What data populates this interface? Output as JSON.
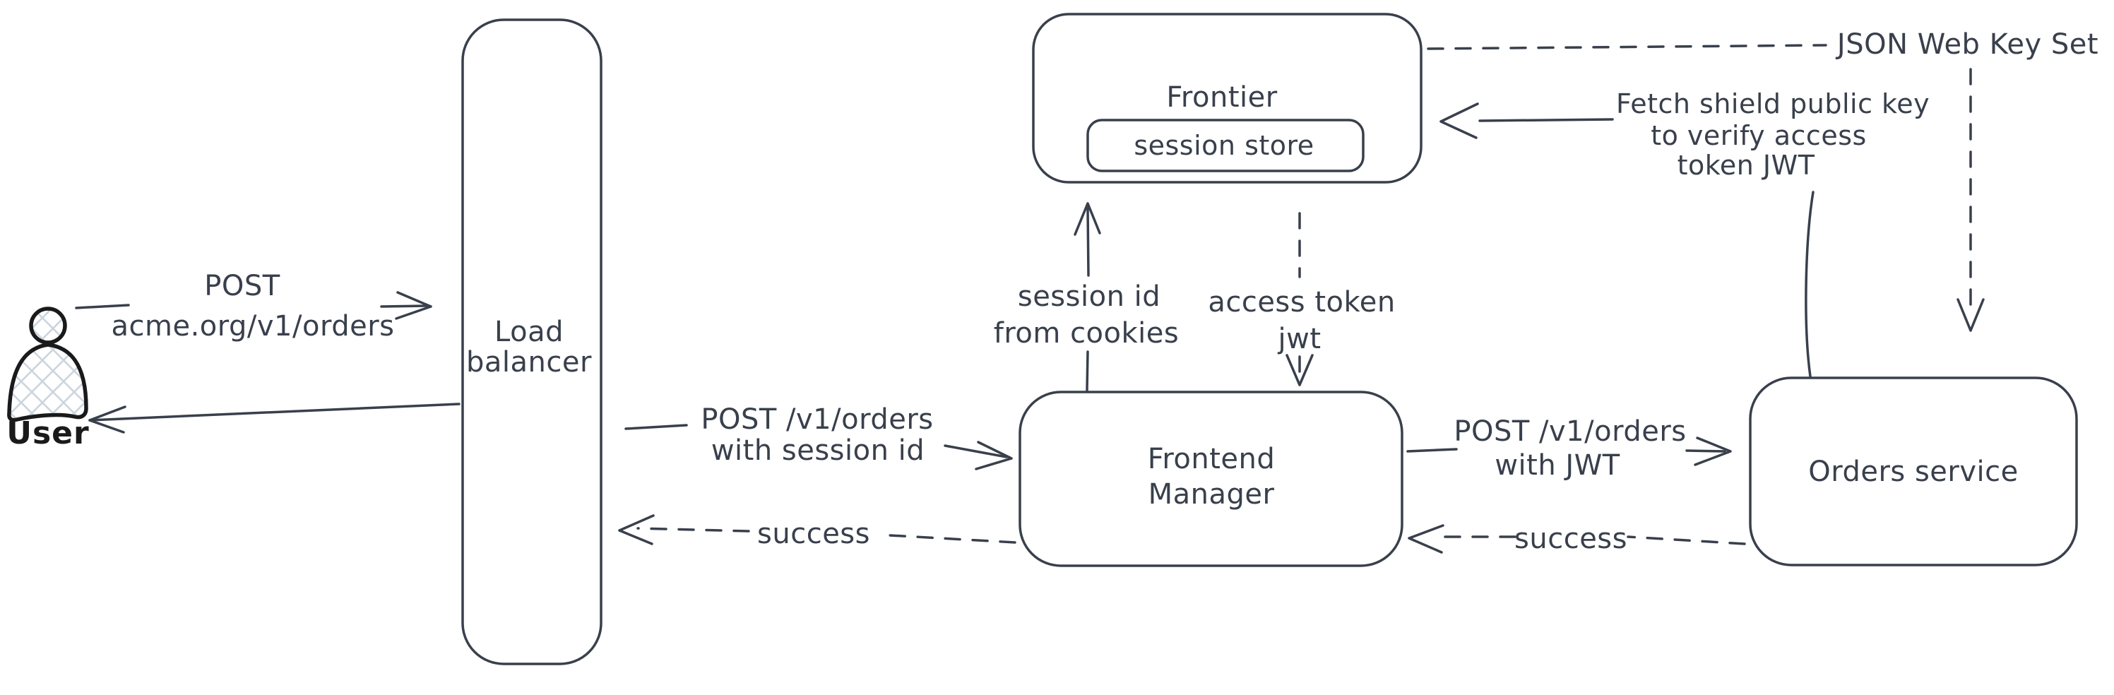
{
  "diagram": {
    "background": "#ffffff",
    "colors": {
      "stroke": "#39404c",
      "user_stroke": "#1a1a1a",
      "hatch": "#ccd5de",
      "background": "#ffffff"
    },
    "nodes": {
      "user": {
        "label": "User"
      },
      "load_balancer": {
        "line1": "Load",
        "line2": "balancer"
      },
      "frontier": {
        "label": "Frontier",
        "session_store": {
          "label": "session store"
        }
      },
      "frontend_manager": {
        "line1": "Frontend",
        "line2": "Manager"
      },
      "orders_service": {
        "label": "Orders service"
      },
      "json_web_key_set": {
        "label": "JSON Web Key Set"
      }
    },
    "edges": {
      "user_to_load_balancer": {
        "line1": "POST",
        "line2": "acme.org/v1/orders",
        "style": "solid"
      },
      "load_balancer_to_user": {
        "style": "solid"
      },
      "load_balancer_to_frontend_manager": {
        "line1": "POST /v1/orders",
        "line2": "with session id",
        "style": "solid"
      },
      "frontend_manager_to_load_balancer": {
        "label": "success",
        "style": "dashed"
      },
      "frontend_manager_to_frontier": {
        "line1": "session id",
        "line2": "from cookies",
        "style": "solid"
      },
      "frontier_to_frontend_manager": {
        "line1": "access token",
        "line2": "jwt",
        "style": "dashed"
      },
      "frontend_manager_to_orders_service": {
        "line1": "POST /v1/orders",
        "line2": "with JWT",
        "style": "solid"
      },
      "orders_service_to_frontend_manager": {
        "label": "success",
        "style": "dashed"
      },
      "orders_service_to_frontier": {
        "line1": "Fetch shield public key",
        "line2": "to verify access",
        "line3": "token JWT",
        "style": "solid"
      },
      "frontier_to_json_web_key_set": {
        "style": "dashed"
      },
      "json_web_key_set_to_orders_service": {
        "style": "dashed"
      }
    }
  }
}
